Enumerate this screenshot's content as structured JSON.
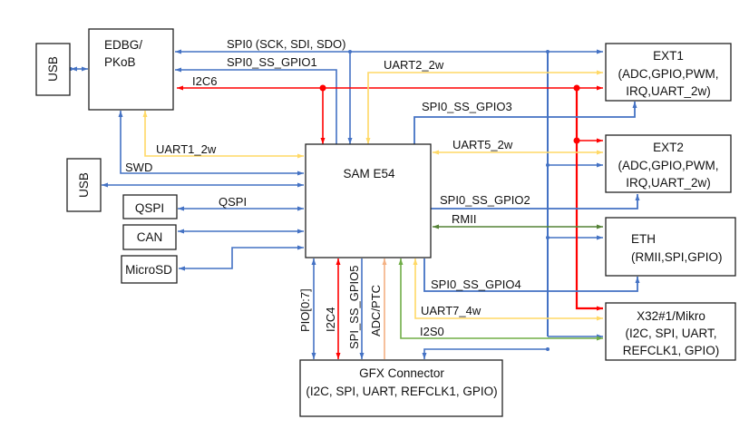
{
  "colors": {
    "blue": "#4472c4",
    "red": "#ff0000",
    "yellow": "#ffd966",
    "green": "#70ad47",
    "olive": "#548235",
    "orange": "#f4b183"
  },
  "blocks": {
    "usb1": {
      "label": "USB"
    },
    "edbg": {
      "line1": "EDBG/",
      "line2": "PKoB"
    },
    "usb2": {
      "label": "USB"
    },
    "qspi": {
      "label": "QSPI"
    },
    "can": {
      "label": "CAN"
    },
    "microsd": {
      "label": "MicroSD"
    },
    "sam": {
      "label": "SAM E54"
    },
    "ext1": {
      "line1": "EXT1",
      "line2": "(ADC,GPIO,PWM,",
      "line3": "IRQ,UART_2w)"
    },
    "ext2": {
      "line1": "EXT2",
      "line2": "(ADC,GPIO,PWM,",
      "line3": "IRQ,UART_2w)"
    },
    "eth": {
      "line1": "ETH",
      "line2": "(RMII,SPI,GPIO)"
    },
    "x32": {
      "line1": "X32#1/Mikro",
      "line2": "(I2C, SPI, UART,",
      "line3": "REFCLK1, GPIO)"
    },
    "gfx": {
      "line1": "GFX Connector",
      "line2": "(I2C, SPI, UART, REFCLK1, GPIO)"
    }
  },
  "signals": {
    "spi0": "SPI0 (SCK, SDI, SDO)",
    "spi0_ss_gpio1": "SPI0_SS_GPIO1",
    "i2c6": "I2C6",
    "uart2": "UART2_2w",
    "spi0_ss_gpio3": "SPI0_SS_GPIO3",
    "uart1": "UART1_2w",
    "uart5": "UART5_2w",
    "swd": "SWD",
    "qspi": "QSPI",
    "spi0_ss_gpio2": "SPI0_SS_GPIO2",
    "rmii": "RMII",
    "spi0_ss_gpio4": "SPI0_SS_GPIO4",
    "uart7": "UART7_4w",
    "i2s0": "I2S0",
    "pio": "PIO[0:7]",
    "i2c4": "I2C4",
    "spi_ss_gpio5": "SPI_SS_GPIO5",
    "adc_ptc": "ADC/PTC"
  }
}
